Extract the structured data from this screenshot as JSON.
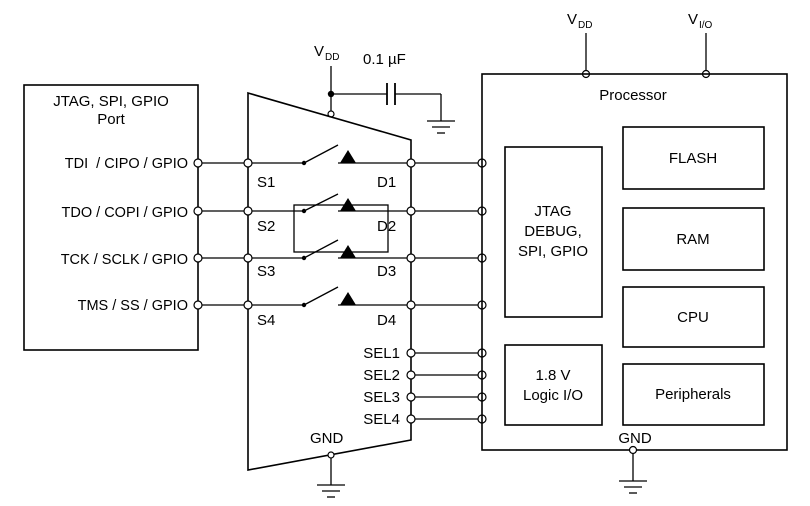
{
  "power": {
    "vdd_top_main": "V",
    "vdd_top_sub": "DD",
    "vio_main": "V",
    "vio_sub": "I/O",
    "vdd_mux_main": "V",
    "vdd_mux_sub": "DD",
    "cap_value": "0.1 µF"
  },
  "port": {
    "title_line1": "JTAG, SPI, GPIO",
    "title_line2": "Port",
    "pins": [
      "TDI  / CIPO / GPIO",
      "TDO / COPI / GPIO",
      "TCK / SCLK / GPIO",
      "TMS / SS / GPIO"
    ]
  },
  "mux": {
    "source_labels": [
      "S1",
      "S2",
      "S3",
      "S4"
    ],
    "drain_labels": [
      "D1",
      "D2",
      "D3",
      "D4"
    ],
    "sel_labels": [
      "SEL1",
      "SEL2",
      "SEL3",
      "SEL4"
    ],
    "gnd_label": "GND"
  },
  "processor": {
    "title": "Processor",
    "jtag_block": [
      "JTAG",
      "DEBUG,",
      "SPI, GPIO"
    ],
    "logic_block": [
      "1.8 V",
      "Logic I/O"
    ],
    "flash": "FLASH",
    "ram": "RAM",
    "cpu": "CPU",
    "peripherals": "Peripherals",
    "gnd_label": "GND"
  }
}
